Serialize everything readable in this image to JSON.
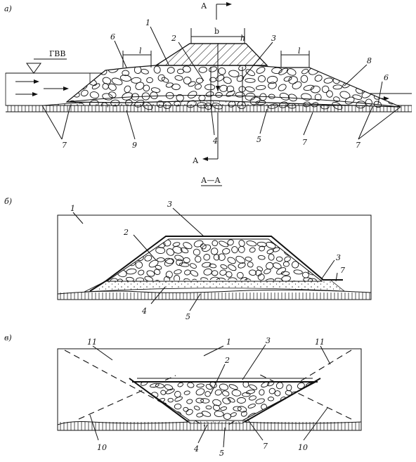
{
  "figure_a": {
    "panel_label": "а)",
    "water_level_label": "ГВВ",
    "section_marker": "А",
    "section_marker_bottom": "А",
    "dim_b": "b",
    "dim_h": "h",
    "dim_l_left": "l",
    "dim_l_right": "l",
    "callouts": {
      "c1": "1",
      "c2": "2",
      "c3": "3",
      "c4": "4",
      "c5": "5",
      "c6_left": "6",
      "c6_right": "6",
      "c7_a": "7",
      "c7_b": "7",
      "c7_c": "7",
      "c8": "8",
      "c9": "9"
    }
  },
  "section_title": "А—А",
  "figure_b": {
    "panel_label": "б)",
    "callouts": {
      "c1": "1",
      "c2": "2",
      "c3_top": "3",
      "c3_right": "3",
      "c4": "4",
      "c5": "5",
      "c7": "7"
    }
  },
  "figure_c": {
    "panel_label": "в)",
    "callouts": {
      "c1": "1",
      "c2": "2",
      "c3": "3",
      "c4": "4",
      "c5": "5",
      "c7": "7",
      "c10_left": "10",
      "c10_right": "10",
      "c11_left": "11",
      "c11_right": "11"
    }
  }
}
